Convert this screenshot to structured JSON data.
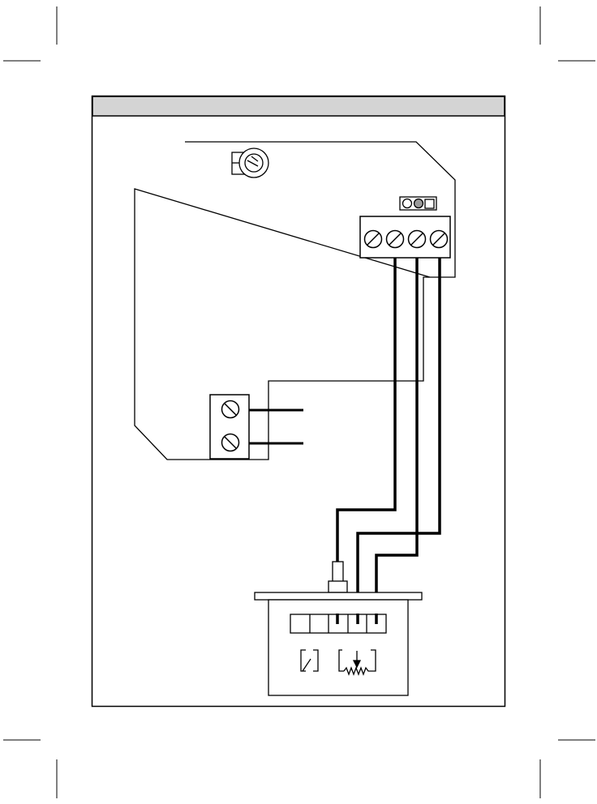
{
  "figure": {
    "header_band_title": "",
    "colors": {
      "stroke": "#000000",
      "header_band": "#d4d4d4",
      "background": "#ffffff",
      "led_fill": "#9a9a9a"
    }
  },
  "components": {
    "control_board": {
      "icon": "irregular-board-outline"
    },
    "trim_potentiometer": {
      "icon": "trim-pot-icon"
    },
    "led_indicator": {
      "icon": "led-indicator-icon",
      "lamps": 3
    },
    "four_pole_terminal_block": {
      "icon": "screw-terminal-block",
      "screws": 4
    },
    "two_pole_terminal_block": {
      "icon": "screw-terminal-block",
      "screws": 2
    },
    "slide_potentiometer_switch": {
      "icon": "fader-with-switch",
      "pins": 5
    },
    "switch_contact_symbol": {
      "icon": "normally-open-switch-icon"
    },
    "resistor_wiper_symbol": {
      "icon": "potentiometer-symbol-icon"
    }
  }
}
